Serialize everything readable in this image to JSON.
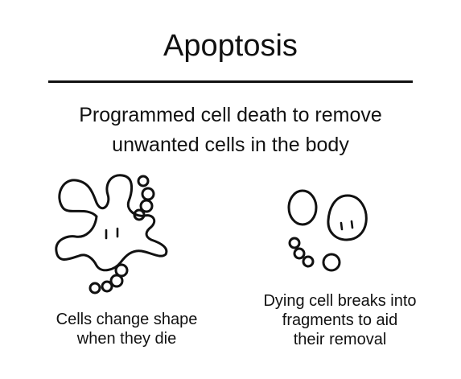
{
  "title": "Apoptosis",
  "subtitle": {
    "line1": "Programmed cell death to remove",
    "line2": "unwanted cells in the body"
  },
  "panels": [
    {
      "caption": [
        "Cells change shape",
        "when they die"
      ],
      "icon": "blebbing-cell-icon"
    },
    {
      "caption": [
        "Dying cell breaks into",
        "fragments to aid",
        "their removal"
      ],
      "icon": "fragmented-cell-icon"
    }
  ],
  "colors": {
    "ink": "#111111",
    "background": "#ffffff"
  }
}
